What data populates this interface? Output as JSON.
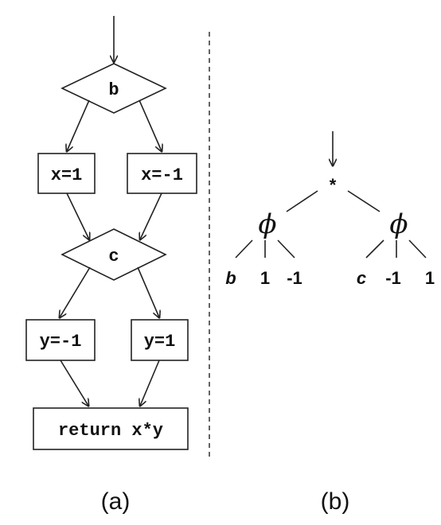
{
  "panel_a": {
    "caption": "(a)",
    "decision_b": "b",
    "decision_c": "c",
    "box_x_eq_1": "x=1",
    "box_x_eq_neg1": "x=-1",
    "box_y_eq_neg1": "y=-1",
    "box_y_eq_1": "y=1",
    "box_return": "return x*y"
  },
  "panel_b": {
    "caption": "(b)",
    "root": "*",
    "left_phi": "ϕ",
    "right_phi": "ϕ",
    "left_children": [
      "b",
      "1",
      "-1"
    ],
    "right_children": [
      "c",
      "-1",
      "1"
    ]
  },
  "colors": {
    "ink": "#222222",
    "background": "#ffffff"
  }
}
